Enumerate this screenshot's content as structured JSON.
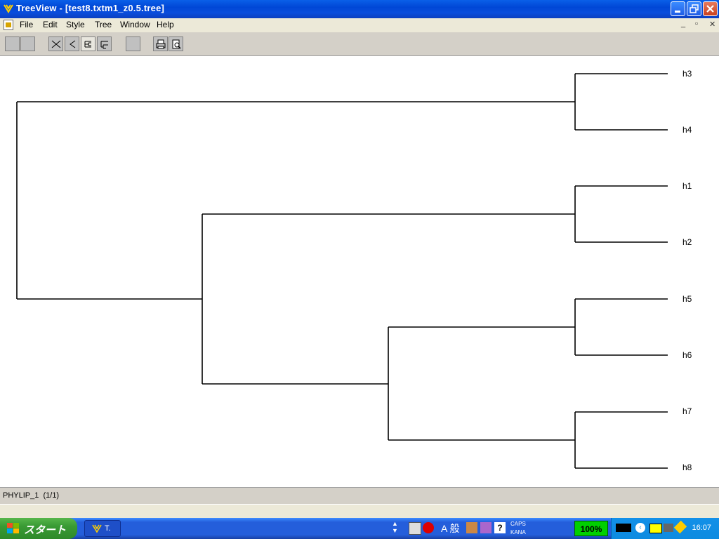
{
  "window": {
    "title": "TreeView - [test8.txtm1_z0.5.tree]"
  },
  "menu": {
    "items": [
      {
        "label": "File"
      },
      {
        "label": "Edit"
      },
      {
        "label": "Style"
      },
      {
        "label": "Tree"
      },
      {
        "label": "Window"
      },
      {
        "label": "Help"
      }
    ]
  },
  "tree": {
    "leaves": [
      "h3",
      "h4",
      "h1",
      "h2",
      "h5",
      "h6",
      "h7",
      "h8"
    ]
  },
  "status": {
    "text": "PHYLIP_1  (1/1)"
  },
  "taskbar": {
    "start_label": "スタート",
    "task_label": "T.",
    "ime_text": "A 般",
    "caps_text": "CAPS",
    "kana_text": "KANA",
    "zoom_text": "100%",
    "clock": "16:07"
  },
  "colors": {
    "titlebar": "#0a4ddc",
    "taskbar": "#245edb",
    "start": "#399a34",
    "tray": "#0d8be0"
  }
}
